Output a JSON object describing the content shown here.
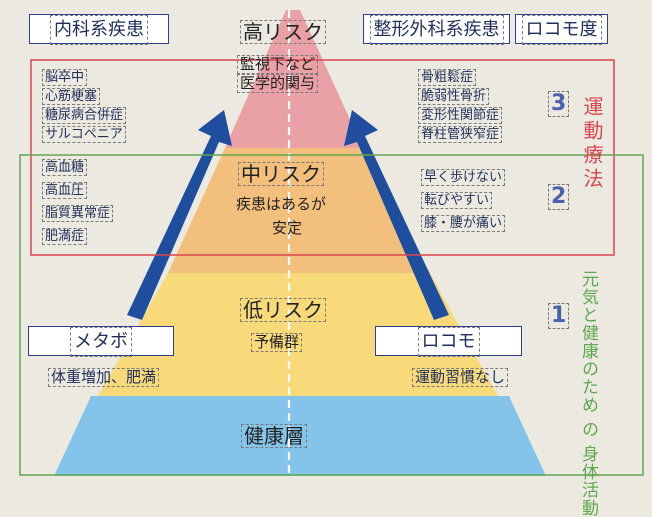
{
  "colors": {
    "background": "#eceae0",
    "tier_high": "#e9a1a6",
    "tier_mid": "#f3bf7c",
    "tier_low": "#f8da7a",
    "tier_base": "#85c4ea",
    "arrow": "#1f4e9f",
    "red_frame": "#d9454e",
    "green_frame": "#5fa84f"
  },
  "header": {
    "internal": "内科系疾患",
    "ortho": "整形外科系疾患",
    "locomo_degree": "ロコモ度"
  },
  "pyramid": {
    "high_title": "高リスク",
    "high_line1": "監視下など",
    "high_line2": "医学的関与",
    "mid_title": "中リスク",
    "mid_line1": "疾患はあるが",
    "mid_line2": "安定",
    "low_title": "低リスク",
    "low_sub": "予備群",
    "base_title": "健康層"
  },
  "left_list": {
    "group3": [
      "脳卒中",
      "心筋梗塞",
      "糖尿病合併症",
      "サルコペニア"
    ],
    "group2": [
      "高血糖",
      "高血圧",
      "脂質異常症",
      "肥満症"
    ]
  },
  "right_list": {
    "group3": [
      "骨粗鬆症",
      "脆弱性骨折",
      "変形性関節症",
      "脊柱管狭窄症"
    ],
    "group2": [
      "早く歩けない",
      "転びやすい",
      "膝・腰が痛い"
    ]
  },
  "levels": {
    "l3": "3",
    "l2": "2",
    "l1": "1"
  },
  "metabo": {
    "label": "メタボ",
    "desc": "体重増加、肥満"
  },
  "locomo": {
    "label": "ロコモ",
    "desc": "運動習慣なし"
  },
  "side": {
    "therapy": "運動療法",
    "activity": "元気と健康のため の 身体活動"
  }
}
